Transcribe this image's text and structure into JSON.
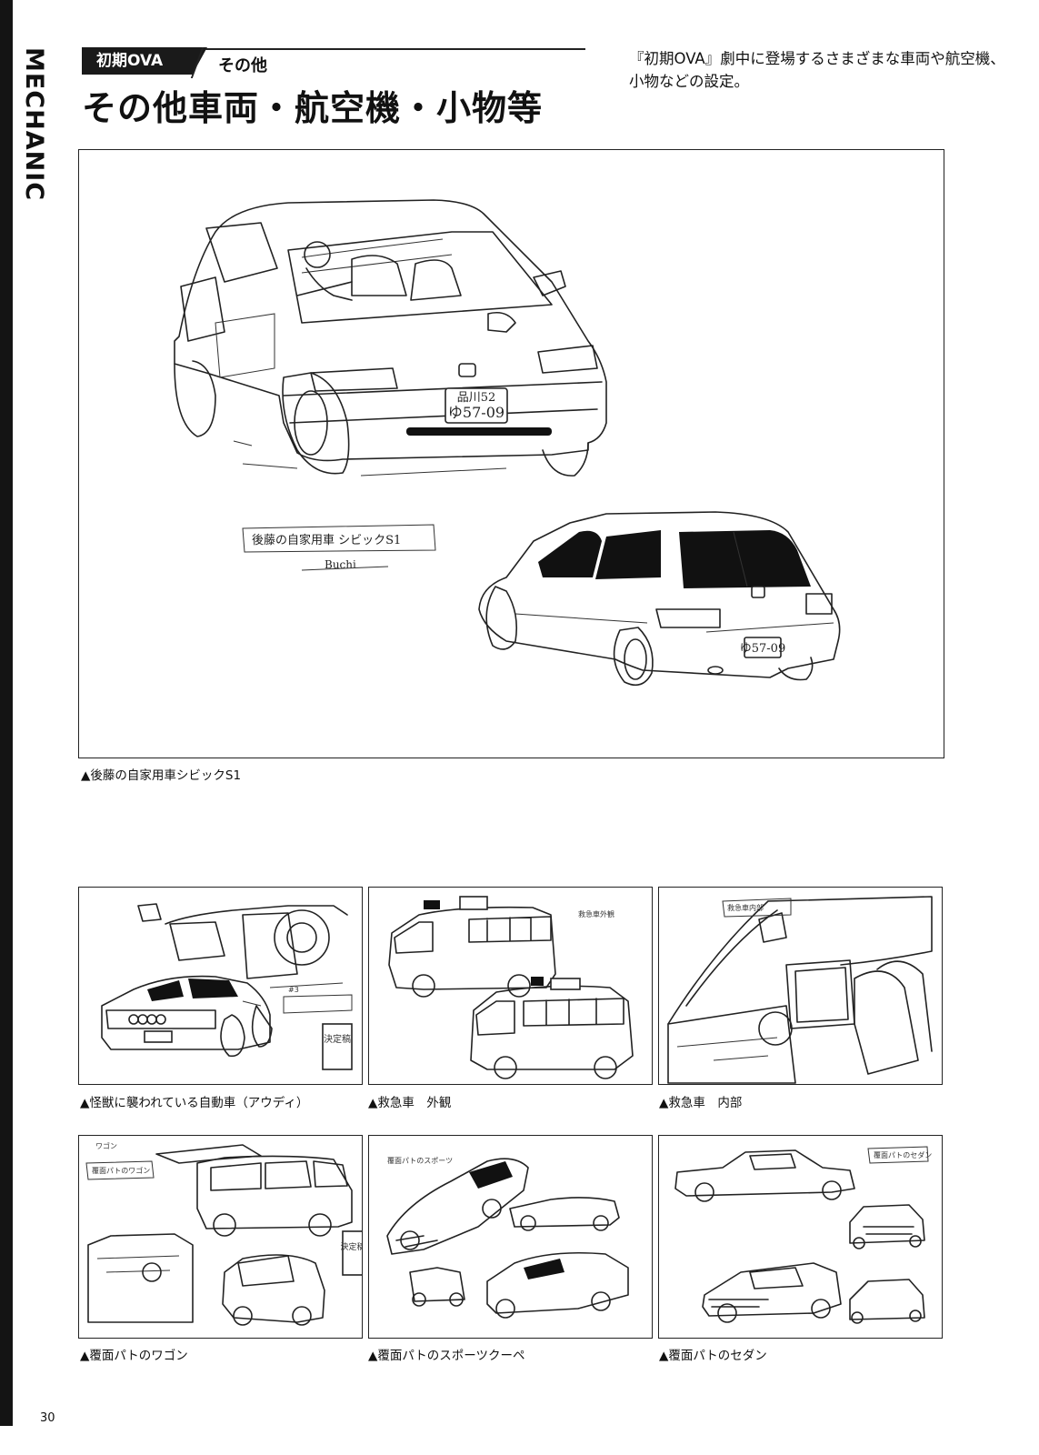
{
  "side_label": "MECHANIC",
  "header": {
    "section_tag": "初期OVA",
    "sub_tag": "その他",
    "title": "その他車両・航空機・小物等",
    "intro": "『初期OVA』劇中に登場するさまざまな車両や航空機、小物などの設定。"
  },
  "main_figure": {
    "note": "後藤の自家用車 シビックS1",
    "signature": "Buchi",
    "plate_front_top": "品川52",
    "plate_front_bottom": "ゆ57-09",
    "plate_rear": "ゆ57-09",
    "caption": "▲後藤の自家用車シビックS1"
  },
  "grid": [
    {
      "caption": "▲怪獣に襲われている自動車（アウディ）",
      "notes": [
        "#3",
        "決定稿"
      ]
    },
    {
      "caption": "▲救急車　外観",
      "notes": [
        "救急車外観"
      ]
    },
    {
      "caption": "▲救急車　内部",
      "notes": [
        "救急車内部"
      ]
    },
    {
      "caption": "▲覆面パトのワゴン",
      "notes": [
        "ワゴン",
        "覆面パトのワゴン",
        "決定稿"
      ]
    },
    {
      "caption": "▲覆面パトのスポーツクーペ",
      "notes": [
        "覆面パトのスポーツ"
      ]
    },
    {
      "caption": "▲覆面パトのセダン",
      "notes": [
        "覆面パトのセダン"
      ]
    }
  ],
  "page_number": "30"
}
